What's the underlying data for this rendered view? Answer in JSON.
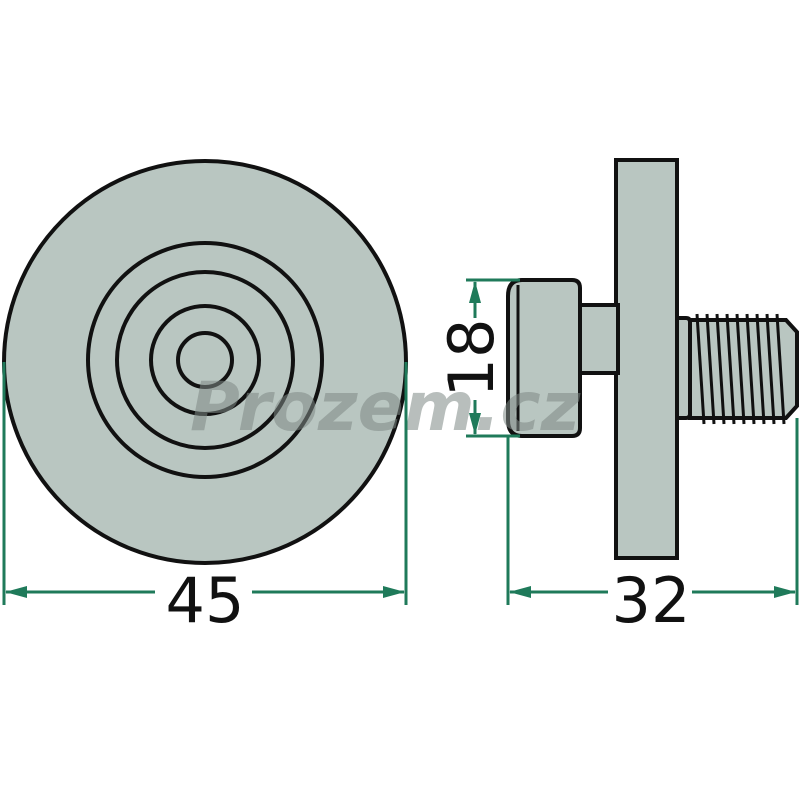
{
  "dimensions": {
    "diameter": "45",
    "length": "32",
    "head_height": "18"
  },
  "watermark": "Prozem.cz",
  "colors": {
    "part_fill": "#b9c6c1",
    "outline": "#111111",
    "dimension_line": "#1f7a5a",
    "background": "#ffffff"
  }
}
